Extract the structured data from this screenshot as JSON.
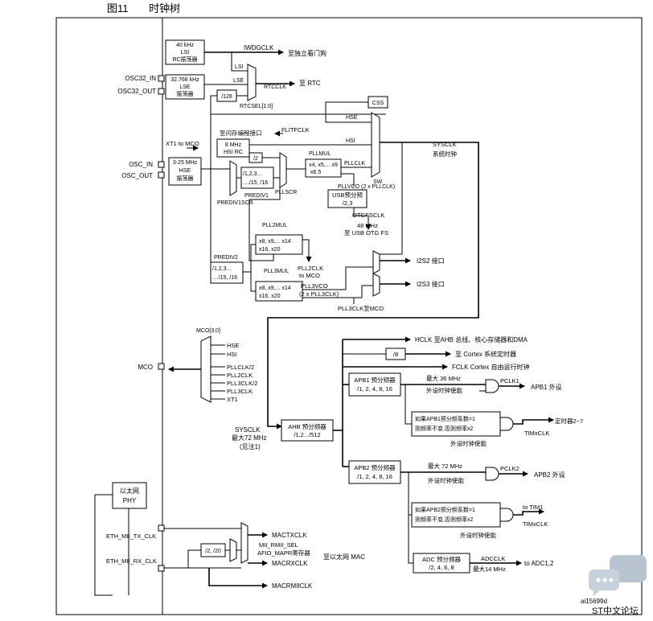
{
  "figure": {
    "number": "图11",
    "title": "时钟树",
    "id": "ai15699d"
  },
  "watermark": {
    "text": "ST中文论坛"
  },
  "pins": {
    "osc32_in": "OSC32_IN",
    "osc32_out": "OSC32_OUT",
    "osc_in": "OSC_IN",
    "osc_out": "OSC_OUT",
    "mco": "MCO",
    "eth_tx": "ETH_MII_TX_CLK",
    "eth_rx": "ETH_MII_RX_CLK"
  },
  "blocks": {
    "lsi": [
      "40 kHz",
      "LSI",
      "RC振荡器"
    ],
    "lse": [
      "32.768 kHz",
      "LSE",
      "振荡器"
    ],
    "hse": [
      "3-25 MHz",
      "HSE",
      "振荡器"
    ],
    "hsi": [
      "8 MHz",
      "HSI RC"
    ],
    "div128": "/128",
    "div2": "/2",
    "css": "CSS",
    "prediv1": [
      "/1,2,3...",
      "..../15, /16"
    ],
    "pllmul": [
      "x4, x5,... x9",
      "x6.5"
    ],
    "usb": [
      "USB预分频",
      "/2,3"
    ],
    "pll2mul": [
      "x8, x9,... x14",
      "x16, x20"
    ],
    "prediv2": [
      "/1,2,3...",
      "..../15, /16"
    ],
    "pll3mul": [
      "x8, x9,... x14",
      "x16, x20"
    ],
    "div8": "/8",
    "ahb": [
      "AHB 预分频器",
      "/1,2.../512"
    ],
    "apb1": [
      "APB1 预分频器",
      "/1, 2, 4, 8, 16"
    ],
    "apb2": [
      "APB2 预分频器",
      "/1, 2, 4, 8, 16"
    ],
    "tim1mul": [
      "如果APB1预分频系数=1",
      "则频率不变,否则频率x2"
    ],
    "tim2mul": [
      "如果APB2预分频系数=1",
      "则频率不变,否则频率x2"
    ],
    "adc": [
      "ADC 预分频器",
      "/2, 4, 6, 8"
    ],
    "phy": [
      "以太网",
      "PHY"
    ],
    "div220": "/2, /20"
  },
  "labels": {
    "iwdgclk": "IWDGCLK",
    "iwdg_dest": "至独立看门狗",
    "lsi": "LSI",
    "lse": "LSE",
    "hse": "HSE",
    "hsi": "HSI",
    "rtcclk": "RTCCLK",
    "rtc_dest": "至 RTC",
    "rtcsel": "RTCSEL[1:0]",
    "flitf_dest": "至闪存编程接口",
    "flitfclk": "FLITFCLK",
    "sysclk_head": "SYSCLK",
    "sysclk_sub": "系统时钟",
    "xt1mco": "XT1 to MCO",
    "pllmul": "PLLMUL",
    "pllclk": "PLLCLK",
    "sw": "SW",
    "pllscr": "PLLSCR",
    "prediv1": "PREDIV1",
    "prediv1scr": "PREDIV1SCR",
    "pllvco": "PLLVCO (2 x PLLCLK)",
    "otgfsclk": "OTGFSCLK",
    "otg_freq": "48 MHz",
    "otg_dest": "至 USB OTG FS",
    "pll2mul": "PLL2MUL",
    "pll2clk": "PLL2CLK",
    "to_mco": "to MCO",
    "prediv2": "PREDIV2",
    "pll3mul": "PLL3MUL",
    "pll3vco": "PLL3VCO",
    "pll3vco_sub": "(2 x PLL3CLK)",
    "pll3clk_mco": "PLL3CLK至MCO",
    "i2s2": "I2S2 接口",
    "i2s3": "I2S3 接口",
    "mco_sel": "MCO[3:0]",
    "mco_inputs": [
      "HSE",
      "HSI",
      "PLLCLK/2",
      "PLL2CLK",
      "PLL3CLK/2",
      "PLL3CLK",
      "XT1"
    ],
    "hclk": "HCLK 至AHB 总线、核心存储器和DMA",
    "cortex_timer": "至 Cortex 系统定时器",
    "fclk": "FCLK Cortex 自由运行时钟",
    "max36": "最大 36 MHz",
    "pclk1": "PCLK1",
    "apb1_dest": "APB1 外设",
    "periph_en": "外设时钟使能",
    "timer27": "定时器2~7",
    "timxclk": "TIMxCLK",
    "sysclk_left": "SYSCLK",
    "max72": "最大72 MHz",
    "note1": "(见注1)",
    "max72b": "最大 72 MHz",
    "pclk2": "PCLK2",
    "apb2_dest": "APB2 外设",
    "to_tim1": "to TIM1",
    "adcclk": "ADCCLK",
    "adc_dest": "to ADC1,2",
    "max14": "最大14 MHz",
    "mactx": "MACTXCLK",
    "mii_sel": "MII_RMII_SEL",
    "afio": "AFIO_MAPR寄存器",
    "macrx": "MACRXCLK",
    "mac_dest": "至以太网 MAC",
    "macrmii": "MACRMIICLK"
  }
}
